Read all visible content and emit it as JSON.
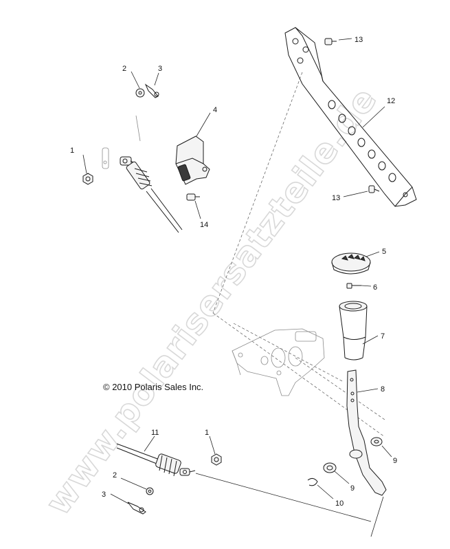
{
  "copyright": "© 2010 Polaris Sales Inc.",
  "watermark": "www.polarisersatzteile.de",
  "callouts": {
    "c1_top": "1",
    "c2_top": "2",
    "c3_top": "3",
    "c4": "4",
    "c5": "5",
    "c6": "6",
    "c7": "7",
    "c8": "8",
    "c9_right": "9",
    "c9_mid": "9",
    "c10": "10",
    "c11": "11",
    "c12": "12",
    "c13_top": "13",
    "c13_bottom": "13",
    "c14": "14",
    "c1_bottom": "1",
    "c2_bottom": "2",
    "c3_bottom": "3"
  },
  "icons": {
    "bracket": "bracket-icon",
    "nut": "nut-icon",
    "washer": "washer-icon",
    "clip": "clip-icon",
    "cable": "cable-icon",
    "knob": "knob-icon",
    "boot": "boot-icon",
    "lever": "shift-lever-icon",
    "bolt": "bolt-icon"
  }
}
